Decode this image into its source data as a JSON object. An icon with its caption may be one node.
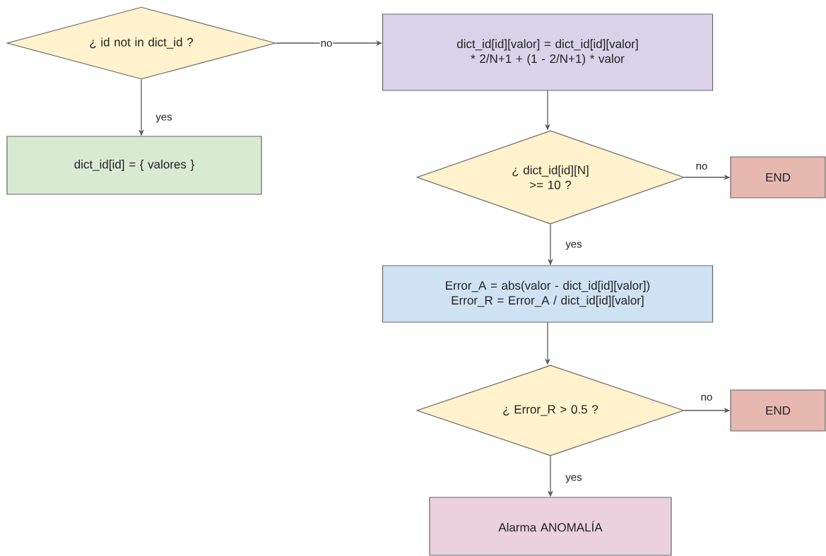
{
  "diagram": {
    "nodes": [
      {
        "text": [
          "¿ id not in dict_id ?"
        ]
      },
      {
        "text": [
          "dict_id[id][valor] = dict_id[id][valor] * 2/N+1 + (1 - 2/N+1) * valor"
        ]
      },
      {
        "text": [
          "dict_id[id] = { valores }"
        ]
      },
      {
        "text": [
          "¿ dict_id[id][N] >= 10 ?"
        ]
      },
      {
        "text": [
          "END"
        ]
      },
      {
        "text": [
          "Error_A = abs(valor - dict_id[id][valor])",
          "Error_R = Error_A / dict_id[id][valor]"
        ]
      },
      {
        "text": [
          "¿ Error_R > 0.5 ?"
        ]
      },
      {
        "text": [
          "END"
        ]
      },
      {
        "text": [
          "Alarma ANOMALÍA"
        ]
      }
    ],
    "edges": [
      {
        "from": 0,
        "to": 1,
        "arrow": "to",
        "label": "no"
      },
      {
        "from": 0,
        "to": 2,
        "arrow": "to",
        "label": "yes"
      },
      {
        "from": 1,
        "to": 3,
        "arrow": "to"
      },
      {
        "from": 3,
        "to": 4,
        "arrow": "to",
        "label": "no"
      },
      {
        "from": 3,
        "to": 5,
        "arrow": "to",
        "label": "yes"
      },
      {
        "from": 5,
        "to": 6,
        "arrow": "to"
      },
      {
        "from": 6,
        "to": 7,
        "arrow": "to",
        "label": "no"
      },
      {
        "from": 6,
        "to": 8,
        "arrow": "to",
        "label": "yes"
      }
    ]
  }
}
